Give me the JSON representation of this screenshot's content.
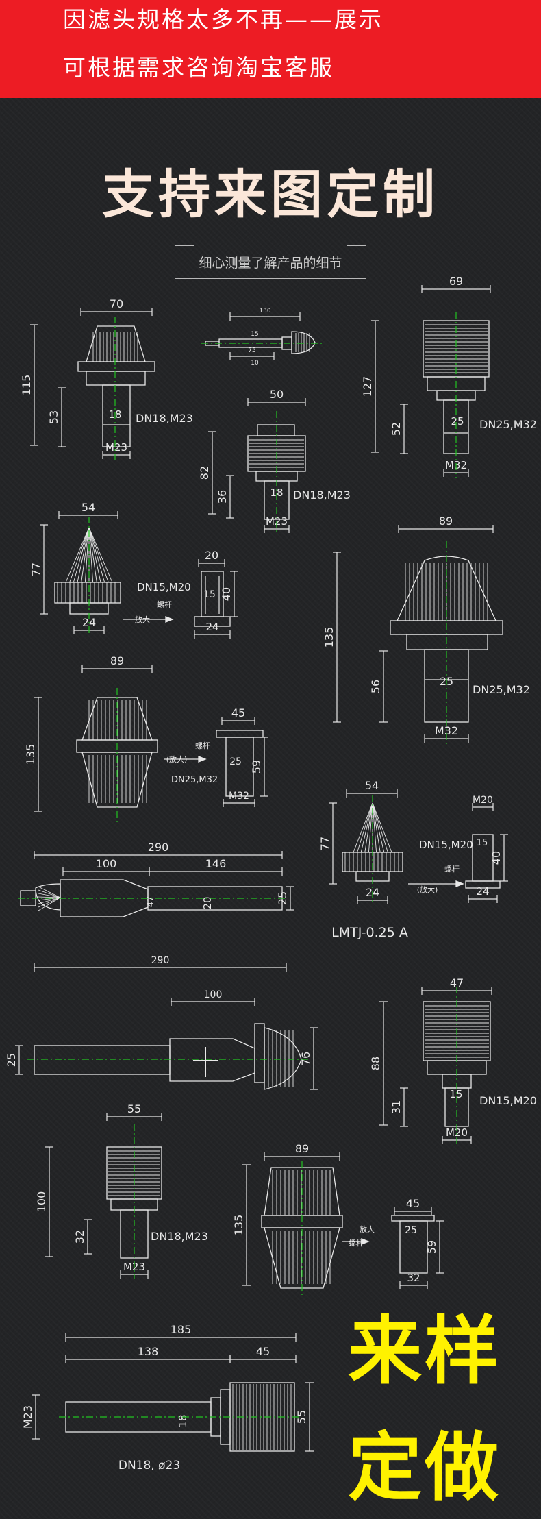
{
  "banner": {
    "line1": "因滤头规格太多不再——展示",
    "line2": "可根据需求咨询淘宝客服"
  },
  "headline": "支持来图定制",
  "subtitle": "细心测量了解产品的细节",
  "stamp": {
    "line1": "来样",
    "line2": "定做"
  },
  "colors": {
    "banner": "#ed1c24",
    "headline": "#fbe7d9",
    "stamp": "#fff200",
    "background": "#232426",
    "linework": "#e8e8e8",
    "centerline": "#22c322"
  },
  "drawings": [
    {
      "id": "d1",
      "dims": [
        "70",
        "115",
        "53",
        "18",
        "M23"
      ],
      "spec": "DN18,M23"
    },
    {
      "id": "d2",
      "dims": [
        "50",
        "82",
        "36",
        "18",
        "M23"
      ],
      "spec": "DN18,M23"
    },
    {
      "id": "d3",
      "dims": [
        "69",
        "127",
        "52",
        "25",
        "M32"
      ],
      "spec": "DN25,M32"
    },
    {
      "id": "d4",
      "dims": [
        "54",
        "77",
        "24"
      ],
      "spec": "DN15,M20",
      "note": "放大",
      "part": "螺杆"
    },
    {
      "id": "d5",
      "dims": [
        "20",
        "15",
        "40",
        "24"
      ]
    },
    {
      "id": "d6",
      "dims": [
        "89",
        "135",
        "56",
        "25",
        "M32"
      ],
      "spec": "DN25,M32"
    },
    {
      "id": "d7",
      "dims": [
        "89",
        "135"
      ],
      "spec": "DN25,M32",
      "note": "(放大)",
      "part": "螺杆"
    },
    {
      "id": "d8",
      "dims": [
        "45",
        "25",
        "59",
        "M32"
      ]
    },
    {
      "id": "d9",
      "dims": [
        "54",
        "77",
        "24"
      ],
      "spec": "DN15,M20",
      "note": "(放大)",
      "part": "螺杆"
    },
    {
      "id": "d10",
      "dims": [
        "M20",
        "15",
        "40",
        "24"
      ]
    },
    {
      "id": "d11",
      "dims": [
        "290",
        "100",
        "146",
        "47",
        "20",
        "25"
      ],
      "model": "LMTJ-0.25 A"
    },
    {
      "id": "d12",
      "dims": [
        "290",
        "100",
        "25",
        "76"
      ]
    },
    {
      "id": "d13",
      "dims": [
        "47",
        "88",
        "31",
        "15",
        "M20"
      ],
      "spec": "DN15,M20"
    },
    {
      "id": "d14",
      "dims": [
        "55",
        "100",
        "32",
        "M23"
      ],
      "spec": "DN18,M23"
    },
    {
      "id": "d15",
      "dims": [
        "89",
        "135"
      ],
      "note": "放大",
      "part": "螺杆"
    },
    {
      "id": "d16",
      "dims": [
        "45",
        "25",
        "59",
        "32"
      ]
    },
    {
      "id": "d17",
      "dims": [
        "185",
        "138",
        "45",
        "M23",
        "18",
        "55"
      ],
      "spec": "DN18, ø23"
    },
    {
      "id": "d18",
      "dims": [
        "130",
        "75",
        "15",
        "10"
      ]
    }
  ]
}
